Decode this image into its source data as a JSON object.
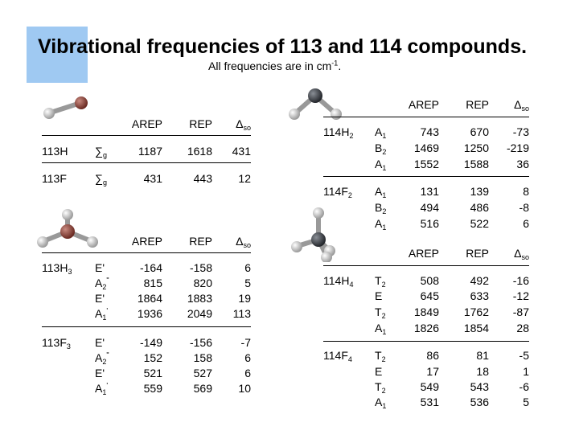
{
  "title": "Vibrational frequencies of 113 and 114 compounds.",
  "subtitle": "All frequencies are in cm",
  "subtitle_sup": "-1",
  "subtitle_end": ".",
  "headers": {
    "arep": "AREP",
    "rep": "REP",
    "delta": "Δ",
    "delta_sub": "so"
  },
  "table113H": {
    "rows": [
      {
        "comp": "113H",
        "sym": "∑",
        "symsub": "g",
        "arep": "1187",
        "rep": "1618",
        "dso": "431"
      }
    ]
  },
  "table113F": {
    "rows": [
      {
        "comp": "113F",
        "sym": "∑",
        "symsub": "g",
        "arep": "431",
        "rep": "443",
        "dso": "12"
      }
    ]
  },
  "table113H3": {
    "comp": "113H",
    "comp_sub": "3",
    "rows": [
      {
        "sym": "E'",
        "symsub": "",
        "symsup": "",
        "arep": "-164",
        "rep": "-158",
        "dso": "6"
      },
      {
        "sym": "A",
        "symsub": "2",
        "symsup": "\"",
        "arep": "815",
        "rep": "820",
        "dso": "5"
      },
      {
        "sym": "E'",
        "symsub": "",
        "symsup": "",
        "arep": "1864",
        "rep": "1883",
        "dso": "19"
      },
      {
        "sym": "A",
        "symsub": "1",
        "symsup": "'",
        "arep": "1936",
        "rep": "2049",
        "dso": "113"
      }
    ]
  },
  "table113F3": {
    "comp": "113F",
    "comp_sub": "3",
    "rows": [
      {
        "sym": "E'",
        "symsub": "",
        "symsup": "",
        "arep": "-149",
        "rep": "-156",
        "dso": "-7"
      },
      {
        "sym": "A",
        "symsub": "2",
        "symsup": "\"",
        "arep": "152",
        "rep": "158",
        "dso": "6"
      },
      {
        "sym": "E'",
        "symsub": "",
        "symsup": "",
        "arep": "521",
        "rep": "527",
        "dso": "6"
      },
      {
        "sym": "A",
        "symsub": "1",
        "symsup": "'",
        "arep": "559",
        "rep": "569",
        "dso": "10"
      }
    ]
  },
  "table114H2": {
    "comp": "114H",
    "comp_sub": "2",
    "rows": [
      {
        "sym": "A",
        "symsub": "1",
        "arep": "743",
        "rep": "670",
        "dso": "-73"
      },
      {
        "sym": "B",
        "symsub": "2",
        "arep": "1469",
        "rep": "1250",
        "dso": "-219"
      },
      {
        "sym": "A",
        "symsub": "1",
        "arep": "1552",
        "rep": "1588",
        "dso": "36"
      }
    ]
  },
  "table114F2": {
    "comp": "114F",
    "comp_sub": "2",
    "rows": [
      {
        "sym": "A",
        "symsub": "1",
        "arep": "131",
        "rep": "139",
        "dso": "8"
      },
      {
        "sym": "B",
        "symsub": "2",
        "arep": "494",
        "rep": "486",
        "dso": "-8"
      },
      {
        "sym": "A",
        "symsub": "1",
        "arep": "516",
        "rep": "522",
        "dso": "6"
      }
    ]
  },
  "table114H4": {
    "comp": "114H",
    "comp_sub": "4",
    "rows": [
      {
        "sym": "T",
        "symsub": "2",
        "arep": "508",
        "rep": "492",
        "dso": "-16"
      },
      {
        "sym": "E",
        "symsub": "",
        "arep": "645",
        "rep": "633",
        "dso": "-12"
      },
      {
        "sym": "T",
        "symsub": "2",
        "arep": "1849",
        "rep": "1762",
        "dso": "-87"
      },
      {
        "sym": "A",
        "symsub": "1",
        "arep": "1826",
        "rep": "1854",
        "dso": "28"
      }
    ]
  },
  "table114F4": {
    "comp": "114F",
    "comp_sub": "4",
    "rows": [
      {
        "sym": "T",
        "symsub": "2",
        "arep": "86",
        "rep": "81",
        "dso": "-5"
      },
      {
        "sym": "E",
        "symsub": "",
        "arep": "17",
        "rep": "18",
        "dso": "1"
      },
      {
        "sym": "T",
        "symsub": "2",
        "arep": "549",
        "rep": "543",
        "dso": "-6"
      },
      {
        "sym": "A",
        "symsub": "1",
        "arep": "531",
        "rep": "536",
        "dso": "5"
      }
    ]
  }
}
